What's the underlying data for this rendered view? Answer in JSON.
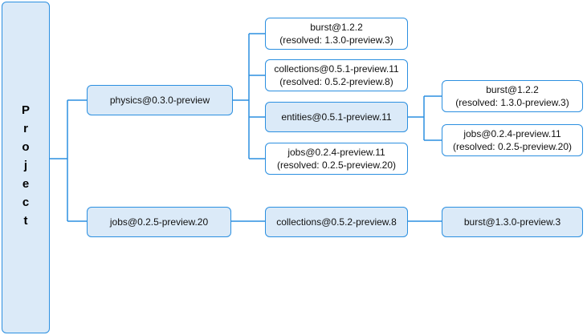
{
  "root": {
    "label": "Project"
  },
  "nodes": {
    "physics": {
      "line1": "physics@0.3.0-preview",
      "line2": ""
    },
    "jobs_root": {
      "line1": "jobs@0.2.5-preview.20",
      "line2": ""
    },
    "burst_a": {
      "line1": "burst@1.2.2",
      "line2": "(resolved: 1.3.0-preview.3)"
    },
    "collections_a": {
      "line1": "collections@0.5.1-preview.11",
      "line2": "(resolved: 0.5.2-preview.8)"
    },
    "entities": {
      "line1": "entities@0.5.1-preview.11",
      "line2": ""
    },
    "jobs_a": {
      "line1": "jobs@0.2.4-preview.11",
      "line2": "(resolved: 0.2.5-preview.20)"
    },
    "burst_b": {
      "line1": "burst@1.2.2",
      "line2": "(resolved: 1.3.0-preview.3)"
    },
    "jobs_b": {
      "line1": "jobs@0.2.4-preview.11",
      "line2": "(resolved: 0.2.5-preview.20)"
    },
    "collections_b": {
      "line1": "collections@0.5.2-preview.8",
      "line2": ""
    },
    "burst_c": {
      "line1": "burst@1.3.0-preview.3",
      "line2": ""
    }
  },
  "colors": {
    "border": "#2b8fe0",
    "fill": "#dbeaf8",
    "line": "#2b8fe0"
  }
}
